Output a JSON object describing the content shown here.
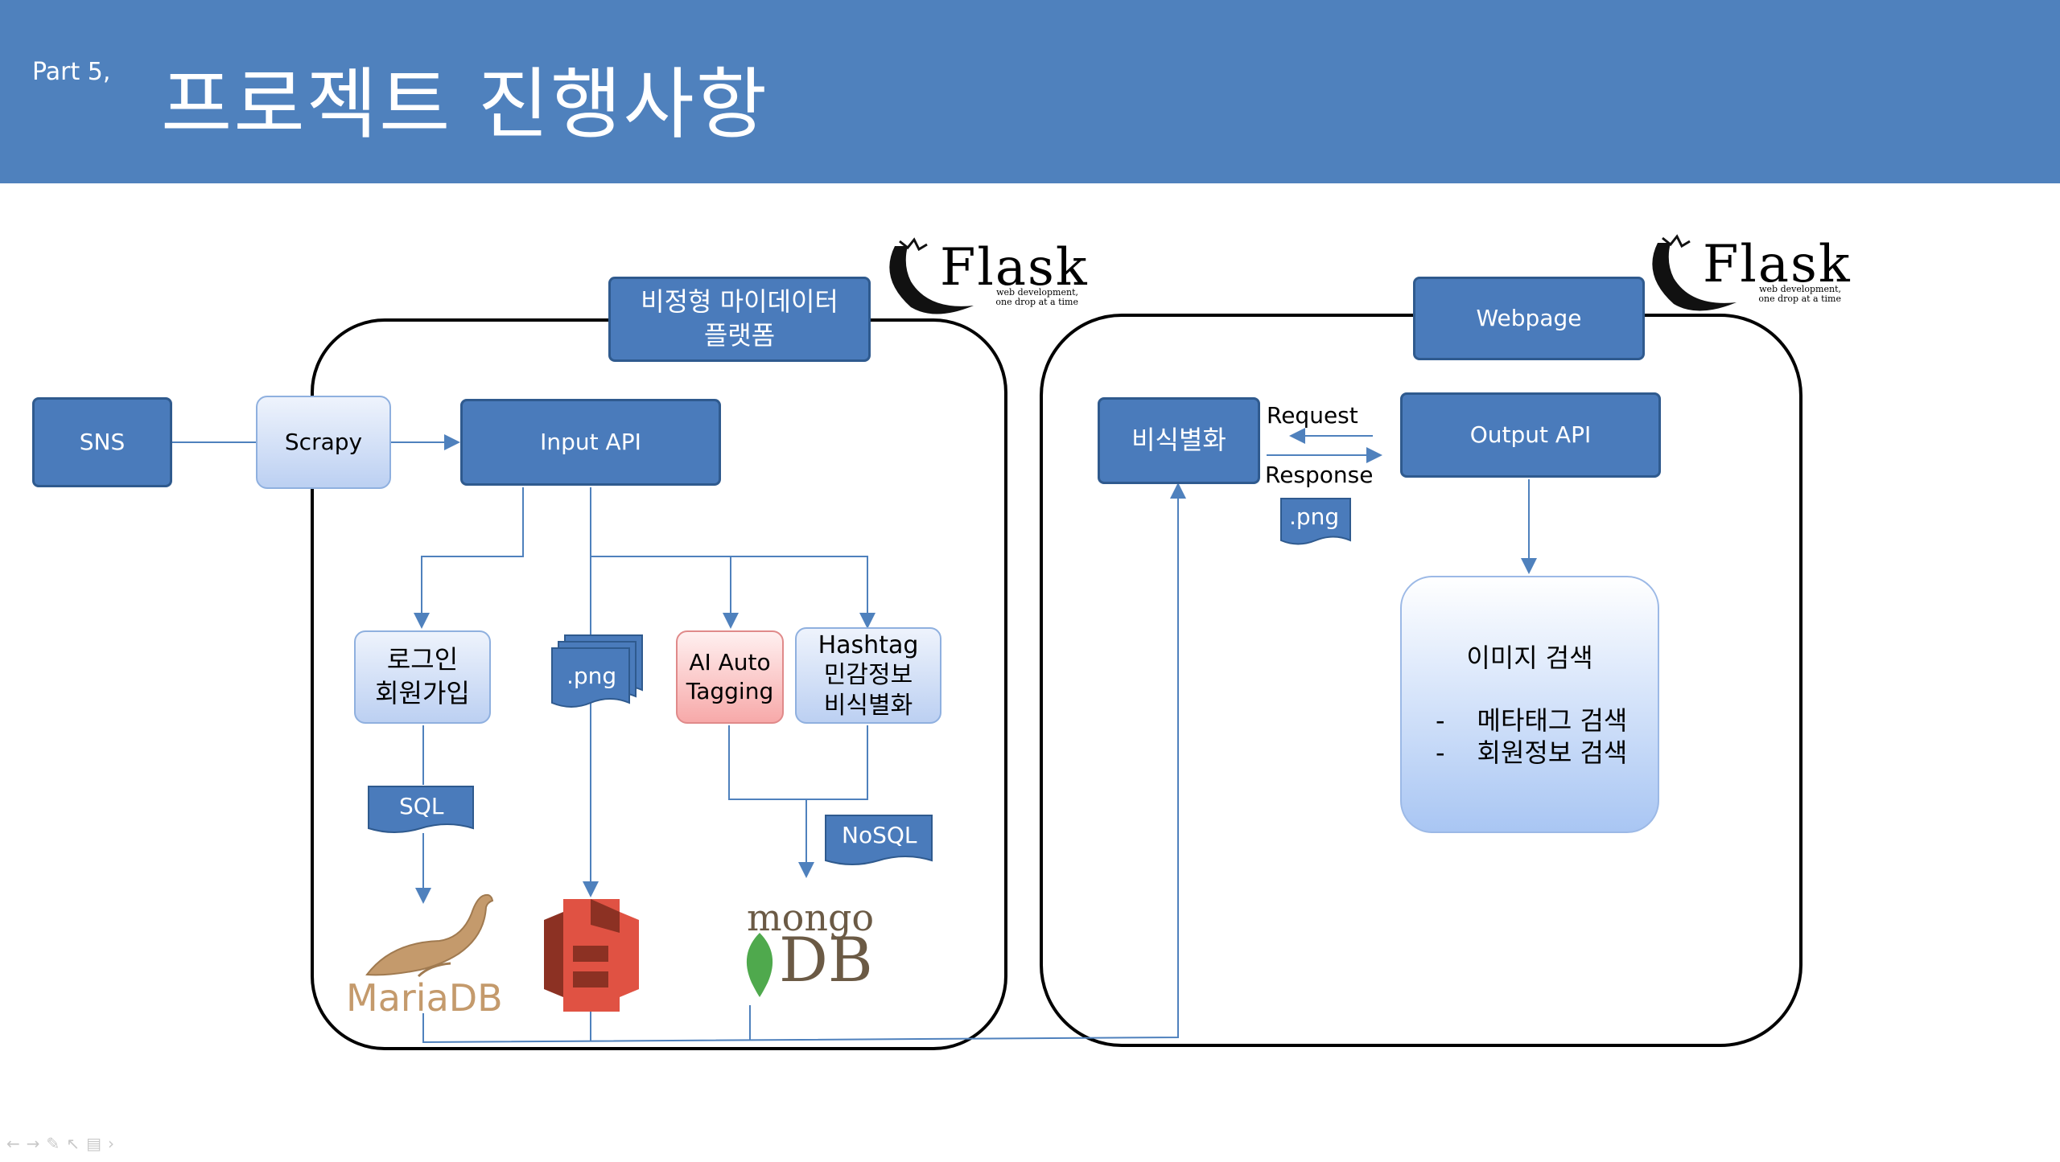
{
  "slide": {
    "part": "Part 5,",
    "title": "프로젝트 진행사항"
  },
  "platform": {
    "title": "비정형 마이데이터\n플랫폼",
    "sns": "SNS",
    "scrapy": "Scrapy",
    "input_api": "Input API",
    "login": "로그인\n회원가입",
    "png_stack": ".png",
    "ai_tagging": "AI Auto\nTagging",
    "hashtag": "Hashtag\n민감정보\n비식별화",
    "sql": "SQL",
    "nosql": "NoSQL"
  },
  "webpage": {
    "title": "Webpage",
    "deid": "비식별화",
    "request": "Request",
    "response": "Response",
    "png": ".png",
    "output_api": "Output API",
    "search_title": "이미지 검색",
    "search_items": [
      "메타태그 검색",
      "회원정보 검색"
    ],
    "bullet": "-"
  },
  "logos": {
    "flask_word": "Flask",
    "flask_tagline": "web development,\none drop at a time",
    "mariadb": "MariaDB",
    "mongo_top": "mongo",
    "mongo_bottom": "DB",
    "icons": [
      "flask-horn-icon",
      "mariadb-seal-icon",
      "aws-s3-icon",
      "mongodb-leaf-icon"
    ]
  },
  "colors": {
    "header": "#4f81bd",
    "dark_box": "#4a7bbb",
    "connector": "#4f81bd",
    "mariadb": "#c49a6c",
    "s3": "#e05243",
    "mongo_leaf": "#4fa94d",
    "mongo_text": "#6b5a45"
  }
}
